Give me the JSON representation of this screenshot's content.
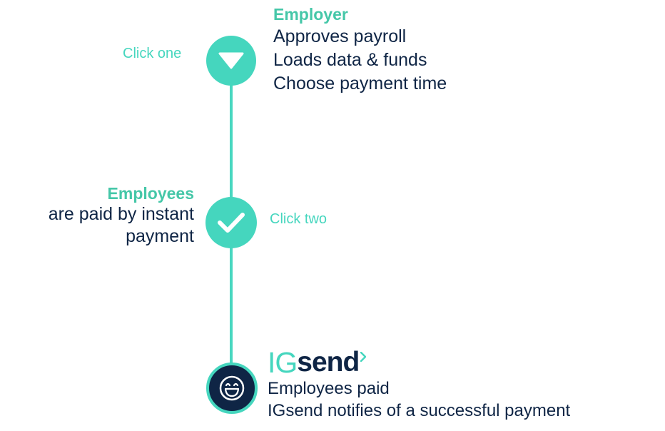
{
  "steps": {
    "one": {
      "click_label": "Click one",
      "heading": "Employer",
      "lines": [
        "Approves payroll",
        "Loads data & funds",
        "Choose payment time"
      ]
    },
    "two": {
      "click_label": "Click two",
      "heading": "Employees",
      "lines": [
        "are paid by instant",
        "payment"
      ]
    },
    "three": {
      "logo": {
        "ig": "IG",
        "send": "send"
      },
      "lines": [
        "Employees paid",
        "IGsend notifies of a successful payment"
      ]
    }
  },
  "colors": {
    "accent": "#45d6be",
    "heading": "#45c7a8",
    "navy": "#0f2545",
    "background": "#ffffff"
  },
  "icons": {
    "node_one": "triangle-down-icon",
    "node_two": "checkmark-icon",
    "node_three": "smiley-face-icon",
    "logo_mark": "arrow-right-icon"
  }
}
